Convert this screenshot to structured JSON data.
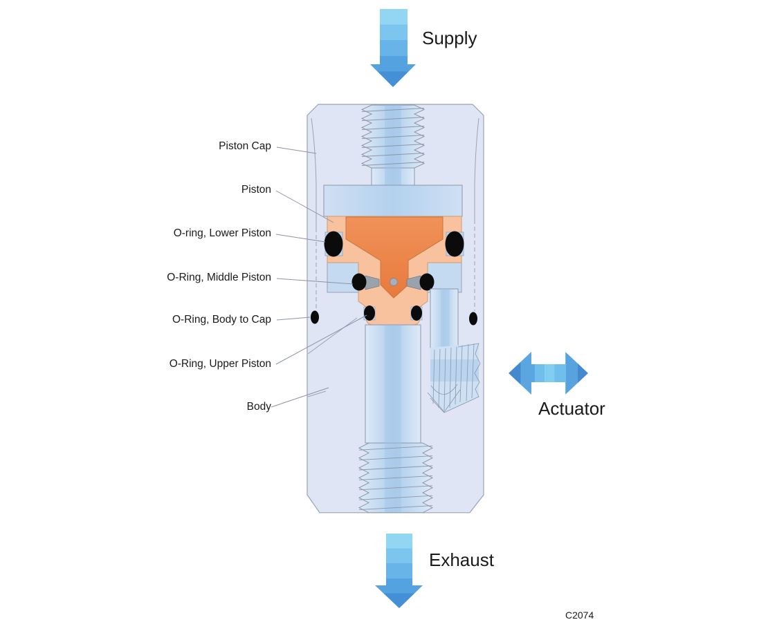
{
  "figure": {
    "code": "C2074"
  },
  "arrows": {
    "supply": {
      "label": "Supply",
      "direction": "down"
    },
    "exhaust": {
      "label": "Exhaust",
      "direction": "down"
    },
    "actuator": {
      "label": "Actuator",
      "direction": "left-right"
    }
  },
  "part_labels": {
    "piston_cap": "Piston Cap",
    "piston": "Piston",
    "o_ring_lower_piston": "O-ring, Lower Piston",
    "o_ring_middle_piston": "O-Ring, Middle Piston",
    "o_ring_body_to_cap": "O-Ring, Body to Cap",
    "o_ring_upper_piston": "O-Ring, Upper Piston",
    "body": "Body"
  },
  "colors": {
    "arrow_blue_light": "#8fd2f2",
    "arrow_blue_dark": "#4489ce",
    "body_fill": "#dfe5f4",
    "channel_blue": "#b9d4ef",
    "piston_blue": "#b7d3ee",
    "piston_orange_light": "#f9c29f",
    "piston_orange_dark": "#ec8348",
    "o_ring_black": "#0b0b0b",
    "outline_gray": "#97a0b2",
    "label_text": "#1a1a1a"
  }
}
